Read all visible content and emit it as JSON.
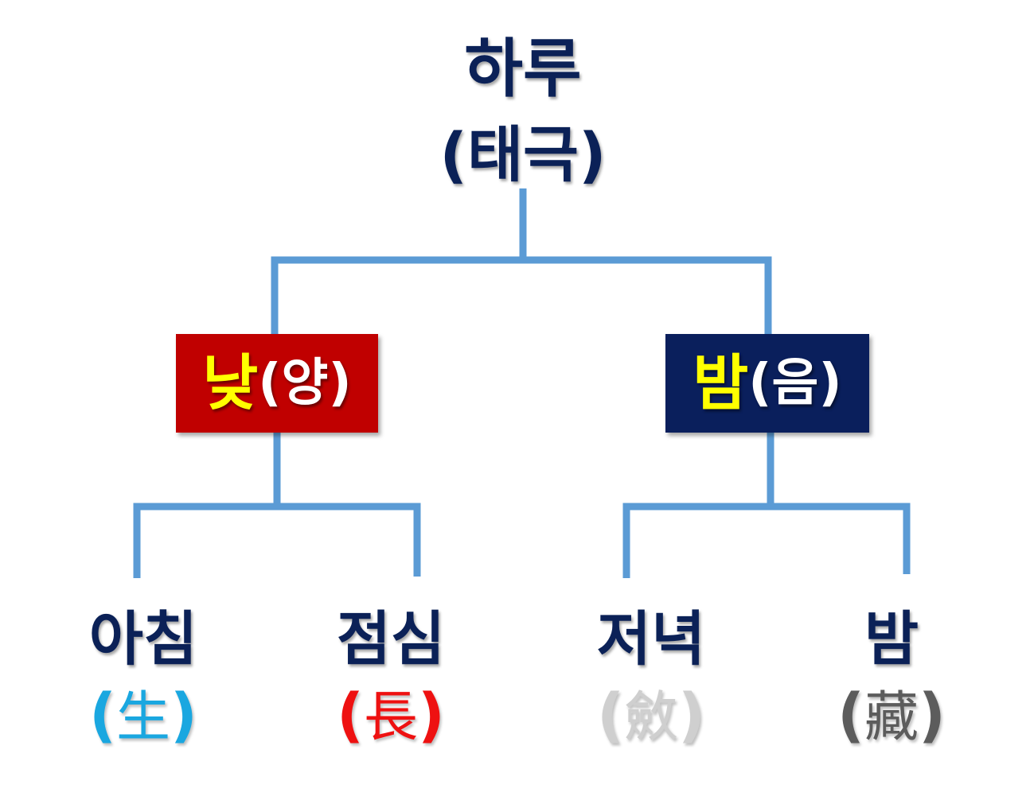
{
  "root": {
    "line1": "하루",
    "line2": "(태극)"
  },
  "yang": {
    "main": "낮",
    "sub": "(양)",
    "box_color": "#c00000",
    "text_color": "#ffff00"
  },
  "yin": {
    "main": "밤",
    "sub": "(음)",
    "box_color": "#0a1f5c",
    "text_color": "#ffff00"
  },
  "leaves": [
    {
      "label": "아침",
      "open": "(",
      "hanja": "生",
      "close": ")",
      "color": "#1aa7e0"
    },
    {
      "label": "점심",
      "open": "(",
      "hanja": "長",
      "close": ")",
      "color": "#ee1111"
    },
    {
      "label": "저녁",
      "open": "(",
      "hanja": "斂",
      "close": ")",
      "color": "#cfcfcf"
    },
    {
      "label": "밤",
      "open": "(",
      "hanja": "藏",
      "close": ")",
      "color": "#5c5c5c"
    }
  ],
  "connector_color": "#5b9bd5"
}
